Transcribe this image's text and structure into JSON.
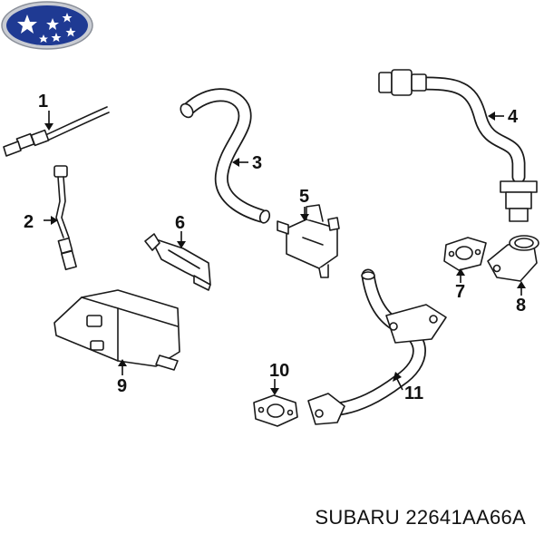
{
  "diagram": {
    "callouts": [
      {
        "id": "1",
        "label": "1"
      },
      {
        "id": "2",
        "label": "2"
      },
      {
        "id": "3",
        "label": "3"
      },
      {
        "id": "4",
        "label": "4"
      },
      {
        "id": "5",
        "label": "5"
      },
      {
        "id": "6",
        "label": "6"
      },
      {
        "id": "7",
        "label": "7"
      },
      {
        "id": "8",
        "label": "8"
      },
      {
        "id": "9",
        "label": "9"
      },
      {
        "id": "10",
        "label": "10"
      },
      {
        "id": "11",
        "label": "11"
      }
    ]
  },
  "caption": {
    "text": "SUBARU 22641AA66A"
  },
  "logo": {
    "brand": "subaru-logo",
    "colors": {
      "oval": "#1f3a93",
      "ring": "#c9ccd3",
      "stars": "#ffffff"
    }
  }
}
